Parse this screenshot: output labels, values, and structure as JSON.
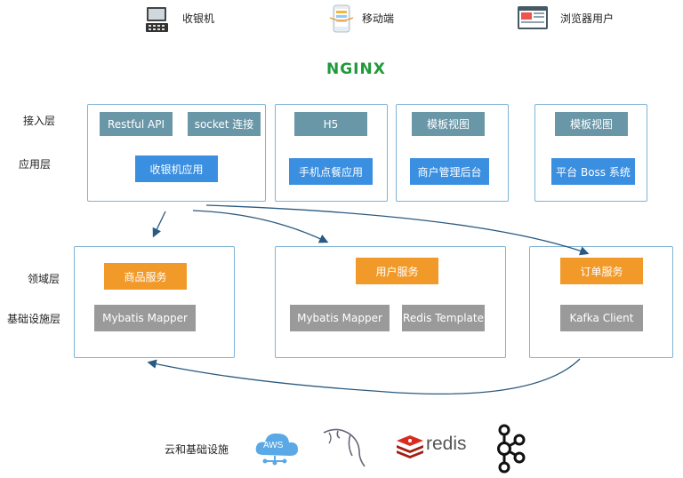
{
  "clients": [
    {
      "label": "收银机",
      "icon": "cash-register-icon"
    },
    {
      "label": "移动端",
      "icon": "mobile-phone-icon"
    },
    {
      "label": "浏览器用户",
      "icon": "browser-window-icon"
    }
  ],
  "gateway": {
    "label": "NGINX"
  },
  "layers": {
    "access": "接入层",
    "app": "应用层",
    "domain": "领域层",
    "infra": "基础设施层",
    "cloud": "云和基础设施"
  },
  "panels": {
    "cashier": {
      "access": [
        "Restful API",
        "socket 连接"
      ],
      "app": "收银机应用"
    },
    "h5": {
      "access": "H5",
      "app": "手机点餐应用"
    },
    "merchant": {
      "access": "模板视图",
      "app": "商户管理后台"
    },
    "boss": {
      "access": "模板视图",
      "app": "平台 Boss 系统"
    },
    "product": {
      "service": "商品服务",
      "infra": [
        "Mybatis Mapper"
      ]
    },
    "user": {
      "service": "用户服务",
      "infra": [
        "Mybatis Mapper",
        "Redis Template"
      ]
    },
    "order": {
      "service": "订单服务",
      "infra": [
        "Kafka Client"
      ]
    }
  },
  "cloud_services": [
    {
      "label": "AWS",
      "icon": "aws-cloud-icon"
    },
    {
      "label": "",
      "icon": "mysql-dolphin-icon"
    },
    {
      "label": "redis",
      "icon": "redis-icon"
    },
    {
      "label": "",
      "icon": "kafka-icon"
    }
  ],
  "colors": {
    "panel_border": "#7fb3d5",
    "teal": "#6a97a8",
    "blue": "#3b8fe0",
    "orange": "#f19a2a",
    "gray": "#9a9a9a",
    "nginx": "#1e9a3a",
    "arrow": "#2a5a80"
  }
}
